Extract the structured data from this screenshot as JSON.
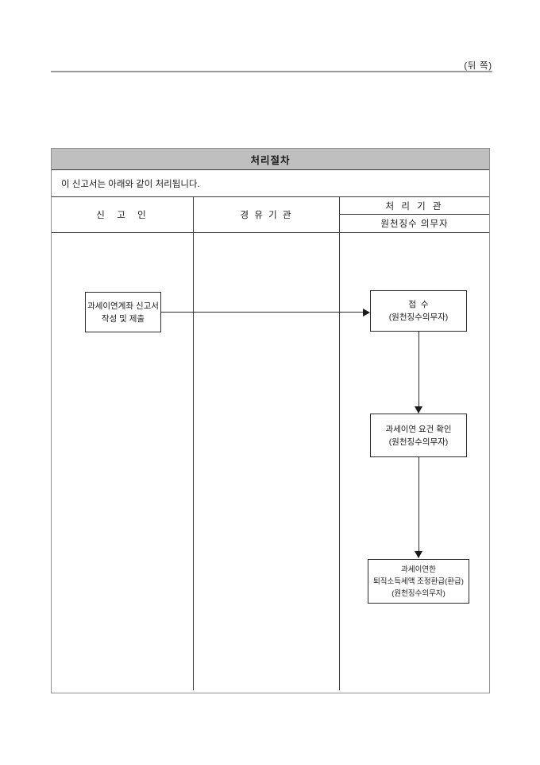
{
  "page": {
    "corner_note": "(뒤 쪽)"
  },
  "procedure": {
    "title": "처리절차",
    "note": "이 신고서는 아래와 같이 처리됩니다.",
    "columns": {
      "declarant": "신  고  인",
      "via": "경 유 기 관",
      "processor": "처 리 기 관",
      "processor_sub": "원천징수 의무자"
    },
    "boxes": [
      {
        "lines": [
          "과세이연계좌 신고서",
          "작성 및 제출"
        ]
      },
      {
        "lines": [
          "접  수",
          "(원천징수의무자)"
        ]
      },
      {
        "lines": [
          "과세이연 요건 확인",
          "(원천징수의무자)"
        ]
      },
      {
        "lines": [
          "과세이연한",
          "퇴직소득세액 조정환급(환급)",
          "(원천징수의무자)"
        ]
      }
    ]
  },
  "colors": {
    "header_bg": "#bfbfbf",
    "table_outer_border": "#8f8f8f",
    "grid_line": "#3a3a3a",
    "flow_line": "#2b2b2b",
    "text": "#1c1c1c"
  }
}
